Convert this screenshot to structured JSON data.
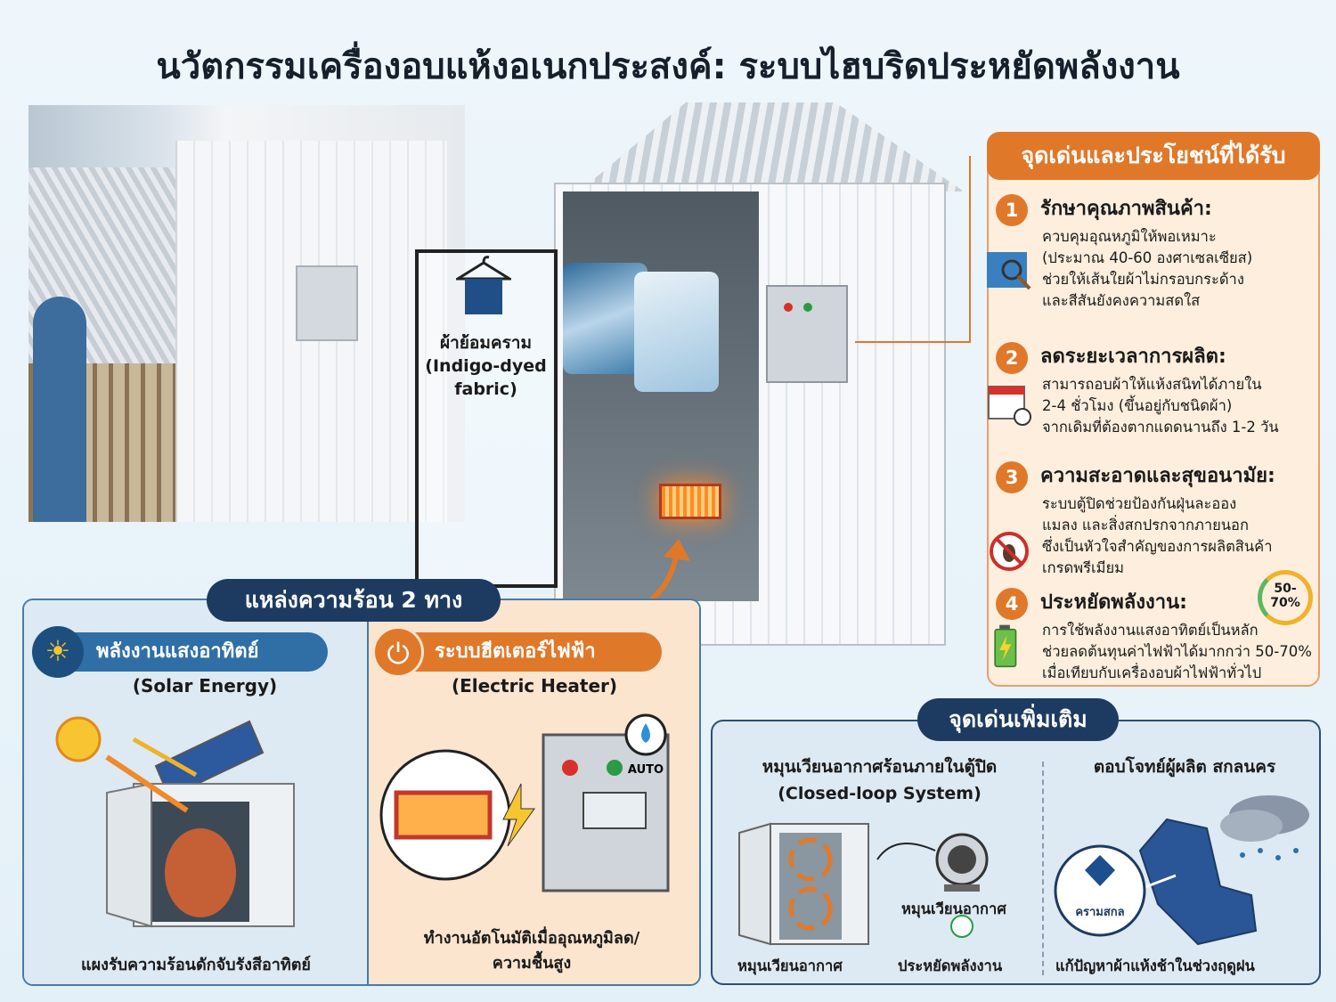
{
  "title": "นวัตกรรมเครื่องอบแห้งอเนกประสงค์: ระบบไฮบริดประหยัดพลังงาน",
  "main_illustration": {
    "fabric_label": "ผ้าย้อมคราม\n(Indigo-dyed\nfabric)"
  },
  "benefits": {
    "title": "จุดเด่นและประโยชน์ที่ได้รับ",
    "accent_color": "#e0782a",
    "items": [
      {
        "num": "1",
        "heading": "รักษาคุณภาพสินค้า:",
        "text": "ควบคุมอุณหภูมิให้พอเหมาะ\n(ประมาณ 40-60 องศาเซลเซียส)\nช่วยให้เส้นใยผ้าไม่กรอบกระด้าง\nและสีสันยังคงความสดใส",
        "icon": "fabric-magnifier-icon"
      },
      {
        "num": "2",
        "heading": "ลดระยะเวลาการผลิต:",
        "text": "สามารถอบผ้าให้แห้งสนิทได้ภายใน\n2-4 ชั่วโมง (ขึ้นอยู่กับชนิดผ้า)\nจากเดิมที่ต้องตากแดดนานถึง 1-2 วัน",
        "icon": "calendar-clock-icon"
      },
      {
        "num": "3",
        "heading": "ความสะอาดและสุขอนามัย:",
        "text": "ระบบตู้ปิดช่วยป้องกันฝุ่นละออง\nแมลง และสิ่งสกปรกจากภายนอก\nซึ่งเป็นหัวใจสำคัญของการผลิตสินค้า\nเกรดพรีเมียม",
        "icon": "no-insect-icon"
      },
      {
        "num": "4",
        "heading": "ประหยัดพลังงาน:",
        "text": "การใช้พลังงานแสงอาทิตย์เป็นหลัก\nช่วยลดต้นทุนค่าไฟฟ้าได้มากกว่า 50-70%\nเมื่อเทียบกับเครื่องอบผ้าไฟฟ้าทั่วไป",
        "icon": "battery-icon",
        "gauge": "50-\n70%"
      }
    ]
  },
  "heat_sources": {
    "title": "แหล่งความร้อน 2 ทาง",
    "solar": {
      "label": "พลังงานแสงอาทิตย์",
      "sub": "(Solar Energy)",
      "caption": "แผงรับความร้อนดักจับรังสีอาทิตย์",
      "color": "#2f6fa6"
    },
    "electric": {
      "label": "ระบบฮีตเตอร์ไฟฟ้า",
      "sub": "(Electric Heater)",
      "caption": "ทำงานอัตโนมัติเมื่ออุณหภูมิลด/\nความชื้นสูง",
      "auto_badge": "AUTO",
      "color": "#e0782a"
    }
  },
  "extra": {
    "title": "จุดเด่นเพิ่มเติม",
    "loop": {
      "title": "หมุนเวียนอากาศร้อนภายในตู้ปิด",
      "sub": "(Closed-loop System)",
      "cap_cabinet": "หมุนเวียนอากาศ",
      "cap_fan": "หมุนเวียนอากาศ",
      "cap_energy": "ประหยัดพลังงาน"
    },
    "sakon": {
      "title": "ตอบโจทย์ผู้ผลิต สกลนคร",
      "logo": "ครามสกล",
      "caption": "แก้ปัญหาผ้าแห้งช้าในช่วงฤดูฝน"
    }
  }
}
